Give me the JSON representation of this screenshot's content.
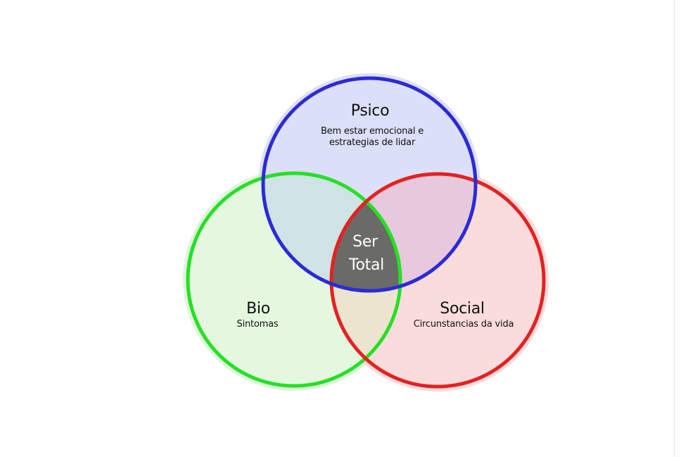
{
  "diagram": {
    "circles": {
      "psico": {
        "title": "Psico",
        "subtitle_line1": "Bem estar emocional e",
        "subtitle_line2": "estrategias de lidar",
        "stroke_color": "#2b2bd6",
        "fill_color": "#dcdff8"
      },
      "bio": {
        "title": "Bio",
        "subtitle": "Sintomas",
        "stroke_color": "#25e025",
        "fill_color": "#e4f7df"
      },
      "social": {
        "title": "Social",
        "subtitle": "Circunstancias da vida",
        "stroke_color": "#e32222",
        "fill_color": "#fbdcdc"
      }
    },
    "center": {
      "line1": "Ser",
      "line2": "Total",
      "fill_color": "#6a6a66"
    },
    "overlaps": {
      "psico_bio": "#cfe2e4",
      "psico_social": "#e6c9dd",
      "bio_social": "#ece4cf"
    }
  }
}
